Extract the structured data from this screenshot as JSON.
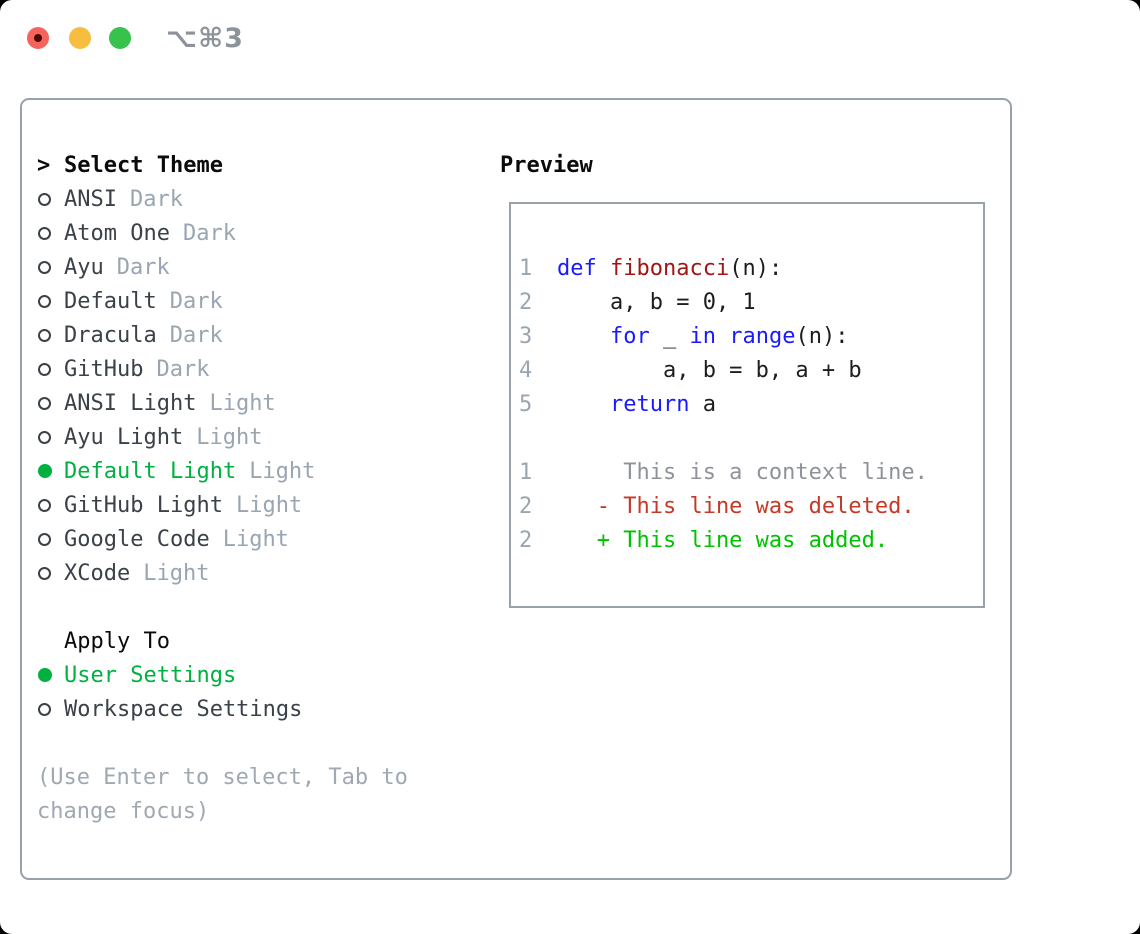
{
  "window": {
    "shortcut_label": "⌥⌘3",
    "traffic_lights": [
      "close",
      "minimize",
      "zoom"
    ]
  },
  "colors": {
    "bg": "#ffffff",
    "border": "#99a1ad",
    "heading": "#0b0b0d",
    "name": "#3b4149",
    "tag": "#9aa5b2",
    "selected": "#00b140",
    "hint": "#9fa8b3",
    "linenum": "#9aa5b2",
    "keyword": "#1a1aff",
    "function": "#a31515",
    "plain": "#1d1d1f",
    "context": "#8f9399",
    "deleted": "#c43a27",
    "added": "#00c300",
    "tl-red": "#f6635c",
    "tl-yellow": "#f7bd40",
    "tl-green": "#36c24b",
    "tl-dot": "#4a0b04",
    "shortcut": "#8d939b"
  },
  "theme_panel": {
    "title": "Select Theme",
    "focus_marker": ">",
    "items": [
      {
        "name": "ANSI",
        "tag": "Dark",
        "selected": false
      },
      {
        "name": "Atom One",
        "tag": "Dark",
        "selected": false
      },
      {
        "name": "Ayu",
        "tag": "Dark",
        "selected": false
      },
      {
        "name": "Default",
        "tag": "Dark",
        "selected": false
      },
      {
        "name": "Dracula",
        "tag": "Dark",
        "selected": false
      },
      {
        "name": "GitHub",
        "tag": "Dark",
        "selected": false
      },
      {
        "name": "ANSI Light",
        "tag": "Light",
        "selected": false
      },
      {
        "name": "Ayu Light",
        "tag": "Light",
        "selected": false
      },
      {
        "name": "Default Light",
        "tag": "Light",
        "selected": true
      },
      {
        "name": "GitHub Light",
        "tag": "Light",
        "selected": false
      },
      {
        "name": "Google Code",
        "tag": "Light",
        "selected": false
      },
      {
        "name": "XCode",
        "tag": "Light",
        "selected": false
      }
    ],
    "apply_to": {
      "title": "Apply To",
      "options": [
        {
          "name": "User Settings",
          "selected": true
        },
        {
          "name": "Workspace Settings",
          "selected": false
        }
      ]
    },
    "hint_lines": [
      "(Use Enter to select, Tab to",
      "change focus)"
    ]
  },
  "preview": {
    "title": "Preview",
    "code_lines": [
      {
        "num": "1",
        "tokens": [
          {
            "text": "def",
            "type": "keyword"
          },
          {
            "text": " ",
            "type": "plain"
          },
          {
            "text": "fibonacci",
            "type": "function"
          },
          {
            "text": "(n):",
            "type": "plain"
          }
        ]
      },
      {
        "num": "2",
        "tokens": [
          {
            "text": "    a, b = 0, 1",
            "type": "plain"
          }
        ]
      },
      {
        "num": "3",
        "tokens": [
          {
            "text": "    ",
            "type": "plain"
          },
          {
            "text": "for",
            "type": "keyword"
          },
          {
            "text": " _ ",
            "type": "plain"
          },
          {
            "text": "in",
            "type": "keyword"
          },
          {
            "text": " ",
            "type": "plain"
          },
          {
            "text": "range",
            "type": "keyword"
          },
          {
            "text": "(n):",
            "type": "plain"
          }
        ]
      },
      {
        "num": "4",
        "tokens": [
          {
            "text": "        a, b = b, a + b",
            "type": "plain"
          }
        ]
      },
      {
        "num": "5",
        "tokens": [
          {
            "text": "    ",
            "type": "plain"
          },
          {
            "text": "return",
            "type": "keyword"
          },
          {
            "text": " a",
            "type": "plain"
          }
        ]
      }
    ],
    "diff_lines": [
      {
        "num": "1",
        "text": "     This is a context line.",
        "type": "context"
      },
      {
        "num": "2",
        "text": "   - This line was deleted.",
        "type": "deleted"
      },
      {
        "num": "2",
        "text": "   + This line was added.",
        "type": "added"
      }
    ]
  }
}
